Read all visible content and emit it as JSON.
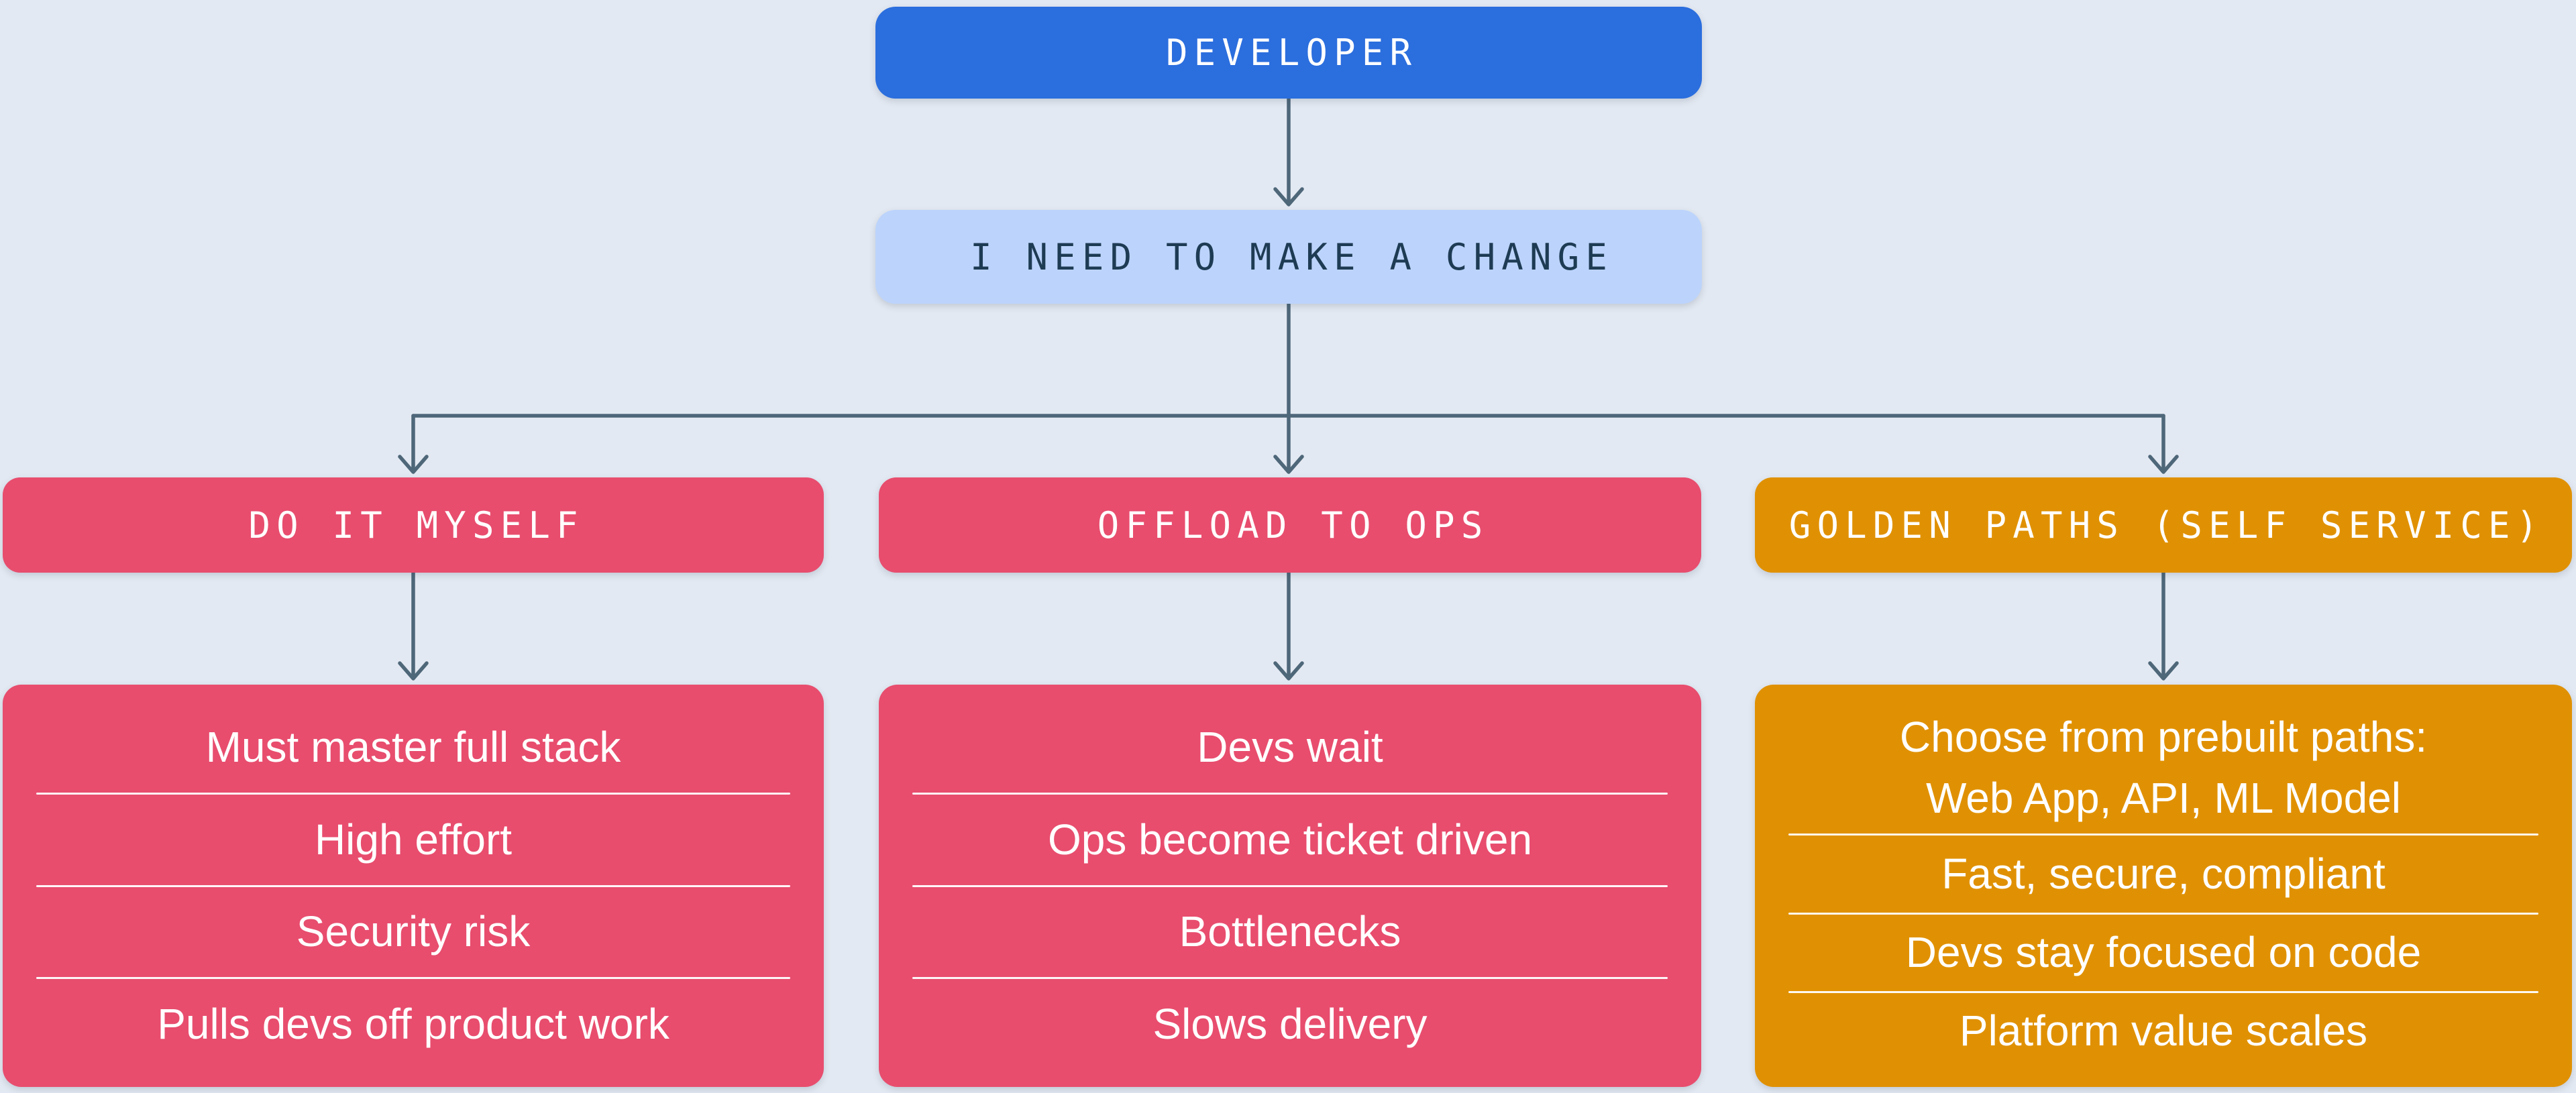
{
  "page": {
    "background_color": "#E3E9F2",
    "connector_color": "#4E6779",
    "divider_color": "#FFFFFF"
  },
  "root": {
    "label": "DEVELOPER",
    "color": "#2B6EDE",
    "text_color": "#FFFFFF"
  },
  "decision": {
    "label": "I NEED TO MAKE A CHANGE",
    "color": "#BCD4FC",
    "text_color": "#1E3B54"
  },
  "branches": [
    {
      "header": "DO IT MYSELF",
      "color": "#E84D6E",
      "text_color": "#FFFFFF",
      "items": [
        [
          "Must master full stack"
        ],
        [
          "High effort"
        ],
        [
          "Security risk"
        ],
        [
          "Pulls devs off product work"
        ]
      ]
    },
    {
      "header": "OFFLOAD TO OPS",
      "color": "#E84D6E",
      "text_color": "#FFFFFF",
      "items": [
        [
          "Devs wait"
        ],
        [
          "Ops become ticket driven"
        ],
        [
          "Bottlenecks"
        ],
        [
          "Slows delivery"
        ]
      ]
    },
    {
      "header": "GOLDEN PATHS (SELF SERVICE)",
      "color": "#E09103",
      "text_color": "#FFFFFF",
      "items": [
        [
          "Choose from prebuilt paths:",
          "Web App, API, ML Model"
        ],
        [
          "Fast, secure, compliant"
        ],
        [
          "Devs stay focused on code"
        ],
        [
          "Platform value scales"
        ]
      ]
    }
  ]
}
